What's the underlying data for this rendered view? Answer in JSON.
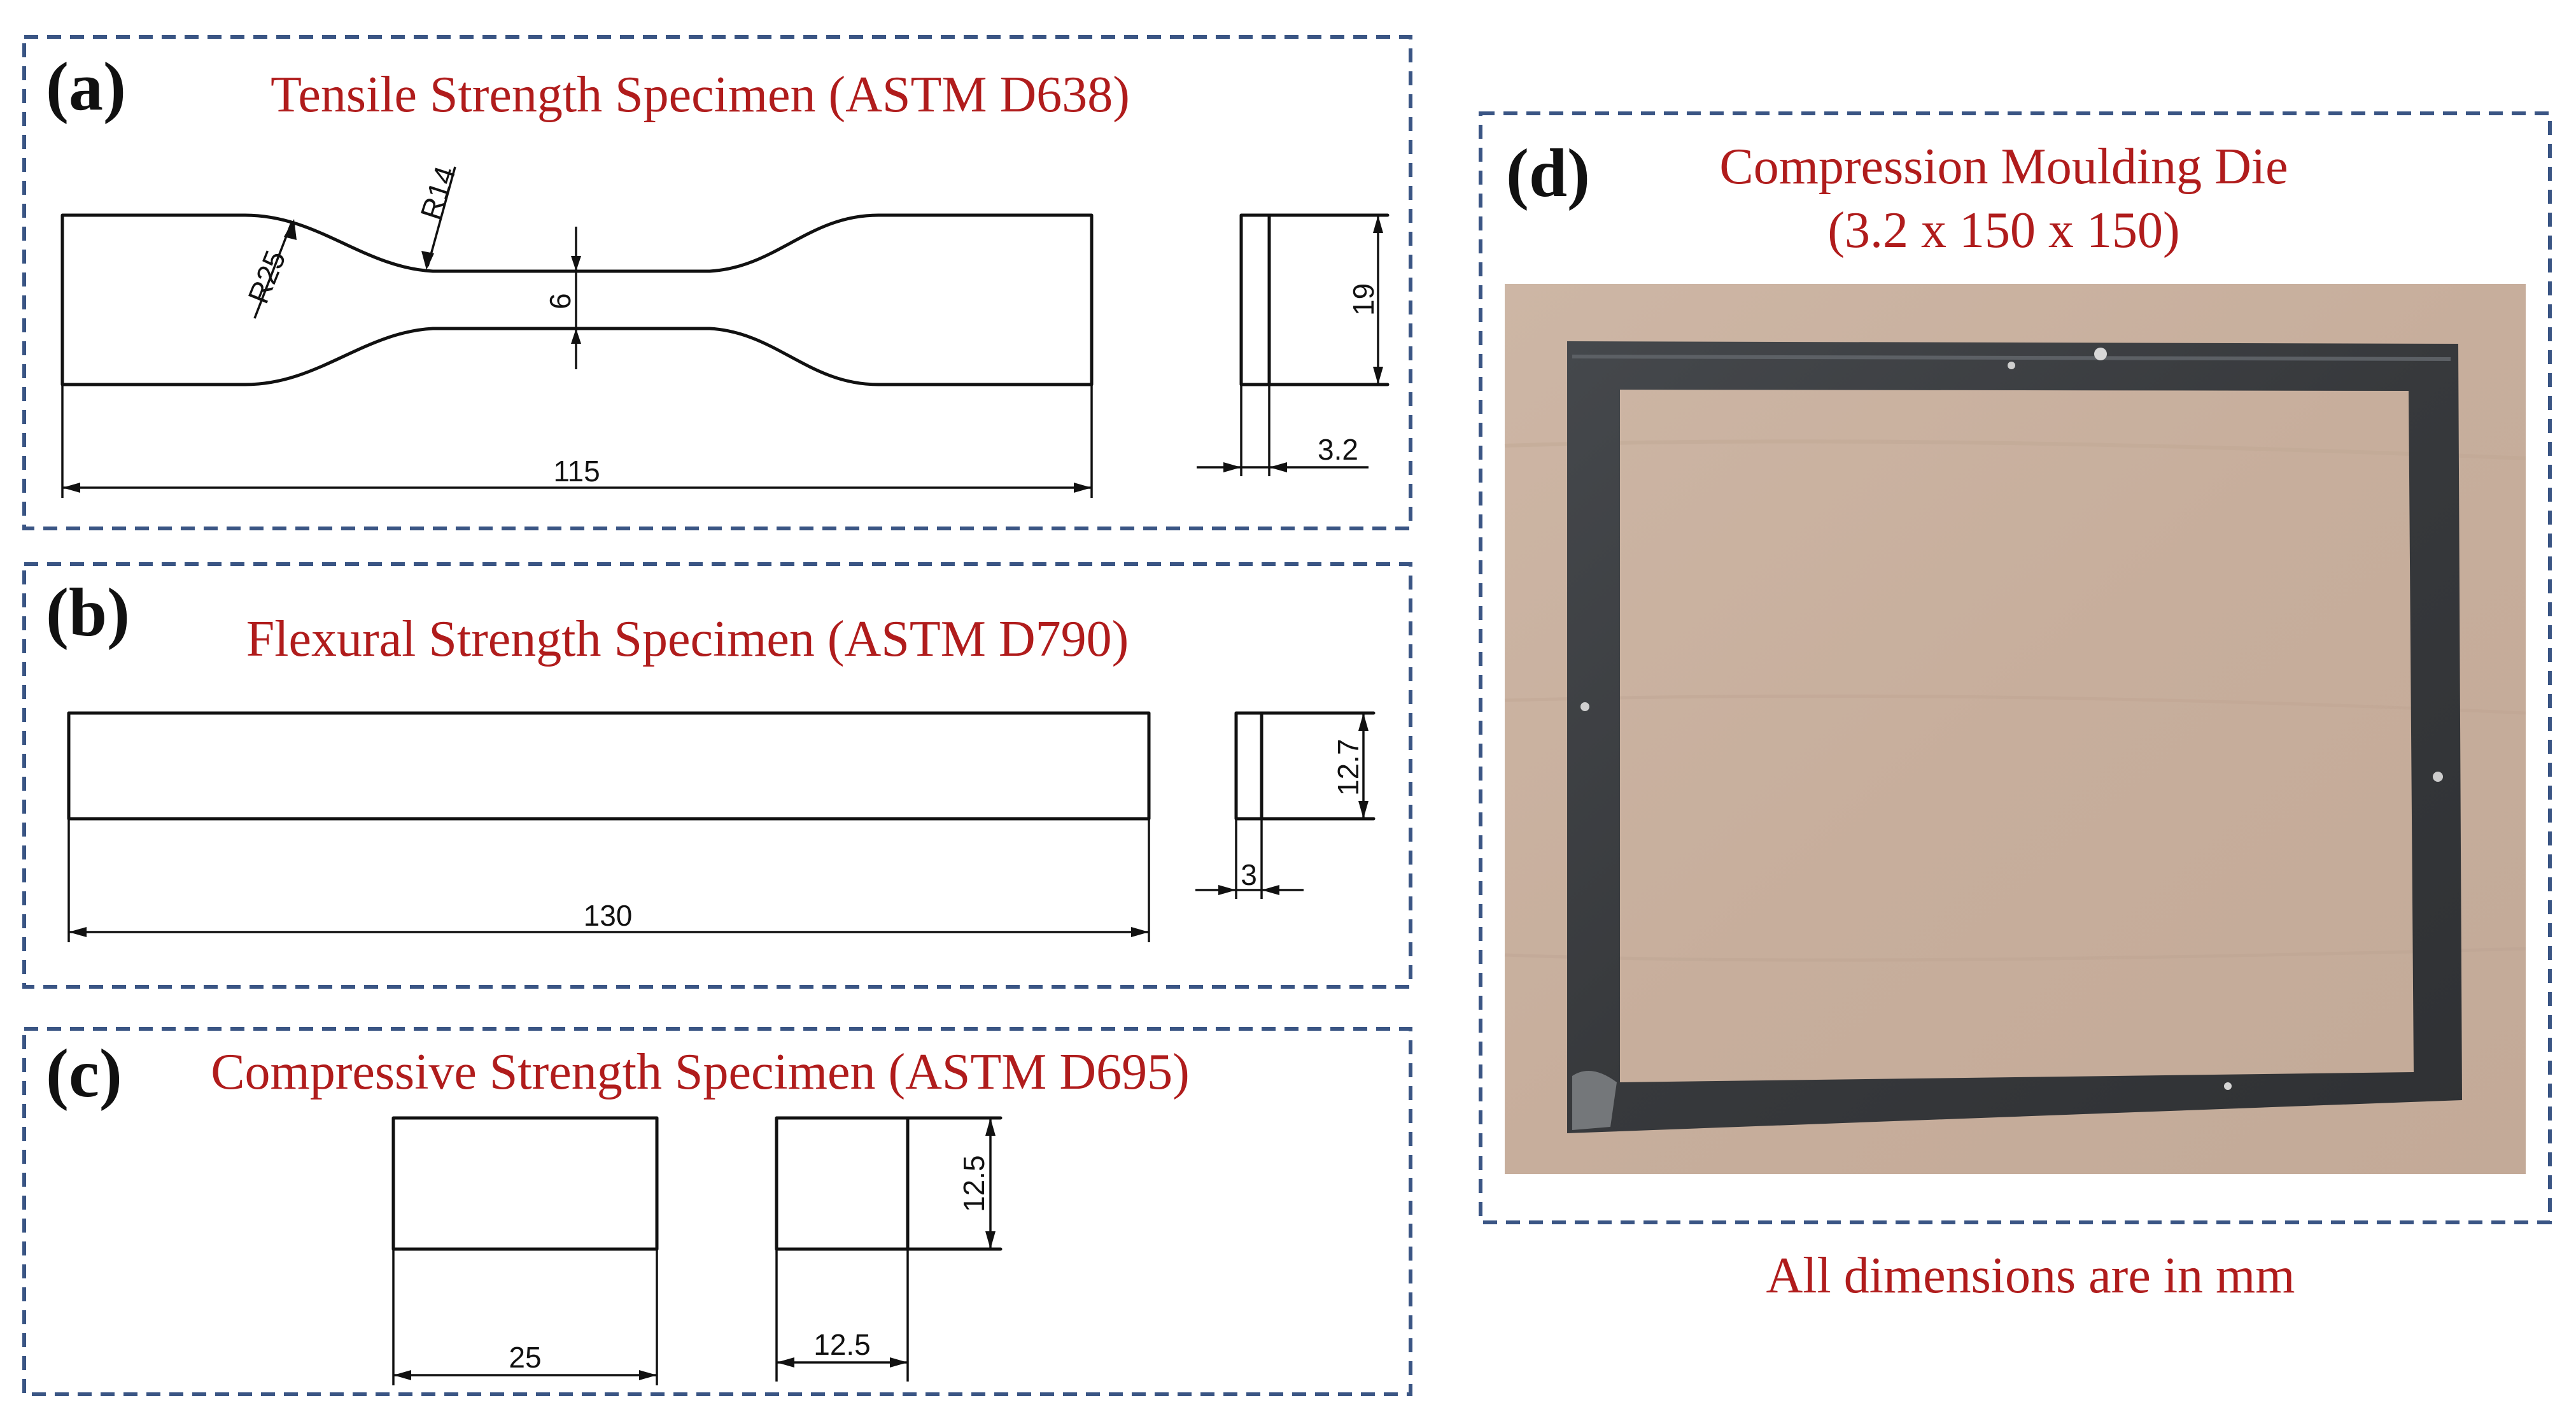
{
  "panels": {
    "a": {
      "letter": "(a)",
      "title": "Tensile Strength Specimen (ASTM D638)",
      "dims": {
        "length": "115",
        "width": "6",
        "thickness_height": "19",
        "thickness": "3.2",
        "radius_outer": "R25",
        "radius_inner": "R14"
      }
    },
    "b": {
      "letter": "(b)",
      "title": "Flexural Strength Specimen (ASTM D790)",
      "dims": {
        "length": "130",
        "height": "12.7",
        "thickness": "3"
      }
    },
    "c": {
      "letter": "(c)",
      "title": "Compressive Strength Specimen (ASTM D695)",
      "dims": {
        "length": "25",
        "height": "12.5",
        "width": "12.5"
      }
    },
    "d": {
      "letter": "(d)",
      "title_line1": "Compression Moulding Die",
      "title_line2": "(3.2 x 150 x 150)"
    }
  },
  "footnote": "All dimensions are in mm",
  "colors": {
    "title": "#b01c1c",
    "border": "#3a5584",
    "photo_bg": "#c9b1a0",
    "die_frame": "#3d3f42"
  }
}
